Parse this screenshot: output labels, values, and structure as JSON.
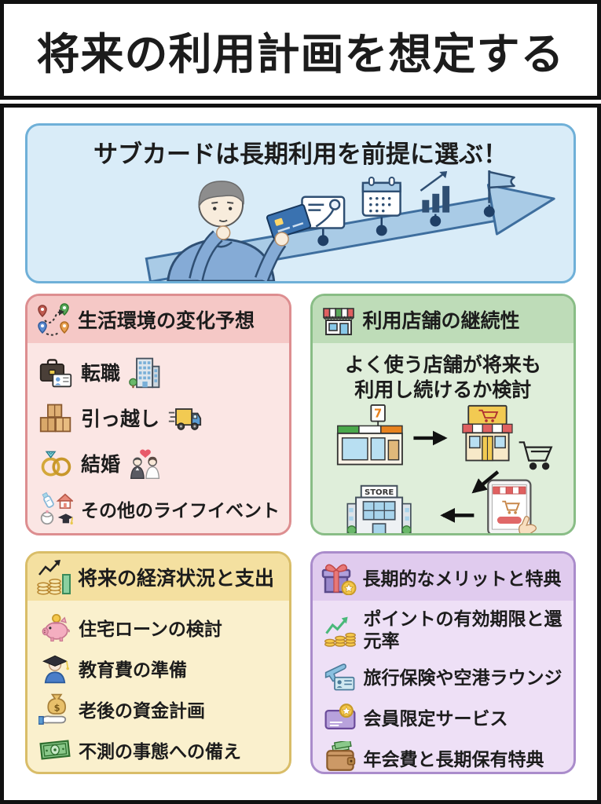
{
  "page": {
    "title": "将来の利用計画を想定する"
  },
  "hero": {
    "headline": "サブカードは長期利用を前提に選ぶ！",
    "timeline_icons": [
      "profile-card",
      "calendar",
      "growth-chart",
      "goal-flag"
    ]
  },
  "cards": {
    "life": {
      "title": "生活環境の変化予想",
      "items": [
        {
          "label": "転職",
          "icon": "briefcase-id-card",
          "side_icon": "office-building"
        },
        {
          "label": "引っ越し",
          "icon": "moving-boxes",
          "side_icon": "delivery-truck"
        },
        {
          "label": "結婚",
          "icon": "wedding-rings",
          "side_icon": "bride-and-groom"
        },
        {
          "label": "その他のライフイベント",
          "icon": "life-events-cluster"
        }
      ]
    },
    "stores": {
      "title": "利用店舗の継続性",
      "description_lines": [
        "よく使う店舗が将来も",
        "利用し続けるか検討"
      ],
      "convenience_sign": "7",
      "store_sign": "STORE",
      "flow_icons": [
        "convenience-store",
        "supermarket",
        "shopping-cart",
        "department-store",
        "online-shopping-tablet"
      ]
    },
    "economy": {
      "title": "将来の経済状況と支出",
      "items": [
        {
          "label": "住宅ローンの検討",
          "icon": "piggy-bank"
        },
        {
          "label": "教育費の準備",
          "icon": "graduate"
        },
        {
          "label": "老後の資金計画",
          "icon": "money-bag-hand"
        },
        {
          "label": "不測の事態への備え",
          "icon": "banknote"
        }
      ]
    },
    "merits": {
      "title": "長期的なメリットと特典",
      "items": [
        {
          "label": "ポイントの有効期限と還元率",
          "icon": "points-growth-coins"
        },
        {
          "label": "旅行保険や空港ラウンジ",
          "icon": "airplane-passport"
        },
        {
          "label": "会員限定サービス",
          "icon": "member-card"
        },
        {
          "label": "年会費と長期保有特典",
          "icon": "wallet"
        }
      ]
    }
  },
  "palette": {
    "outer_border": "#111111",
    "hero_bg": "#d9ecf8",
    "hero_border": "#6fb0d8",
    "life_border": "#dd8e90",
    "life_head_bg": "#f5c8c6",
    "life_body_bg": "#fbe6e4",
    "stores_border": "#89bd86",
    "stores_head_bg": "#bedcb8",
    "stores_body_bg": "#dfeeda",
    "economy_border": "#d9bd68",
    "economy_head_bg": "#f4e0a0",
    "economy_body_bg": "#faf0cd",
    "merits_border": "#aa8ccb",
    "merits_head_bg": "#e0cbee",
    "merits_body_bg": "#eee0f6",
    "text": "#1c1c1c"
  }
}
